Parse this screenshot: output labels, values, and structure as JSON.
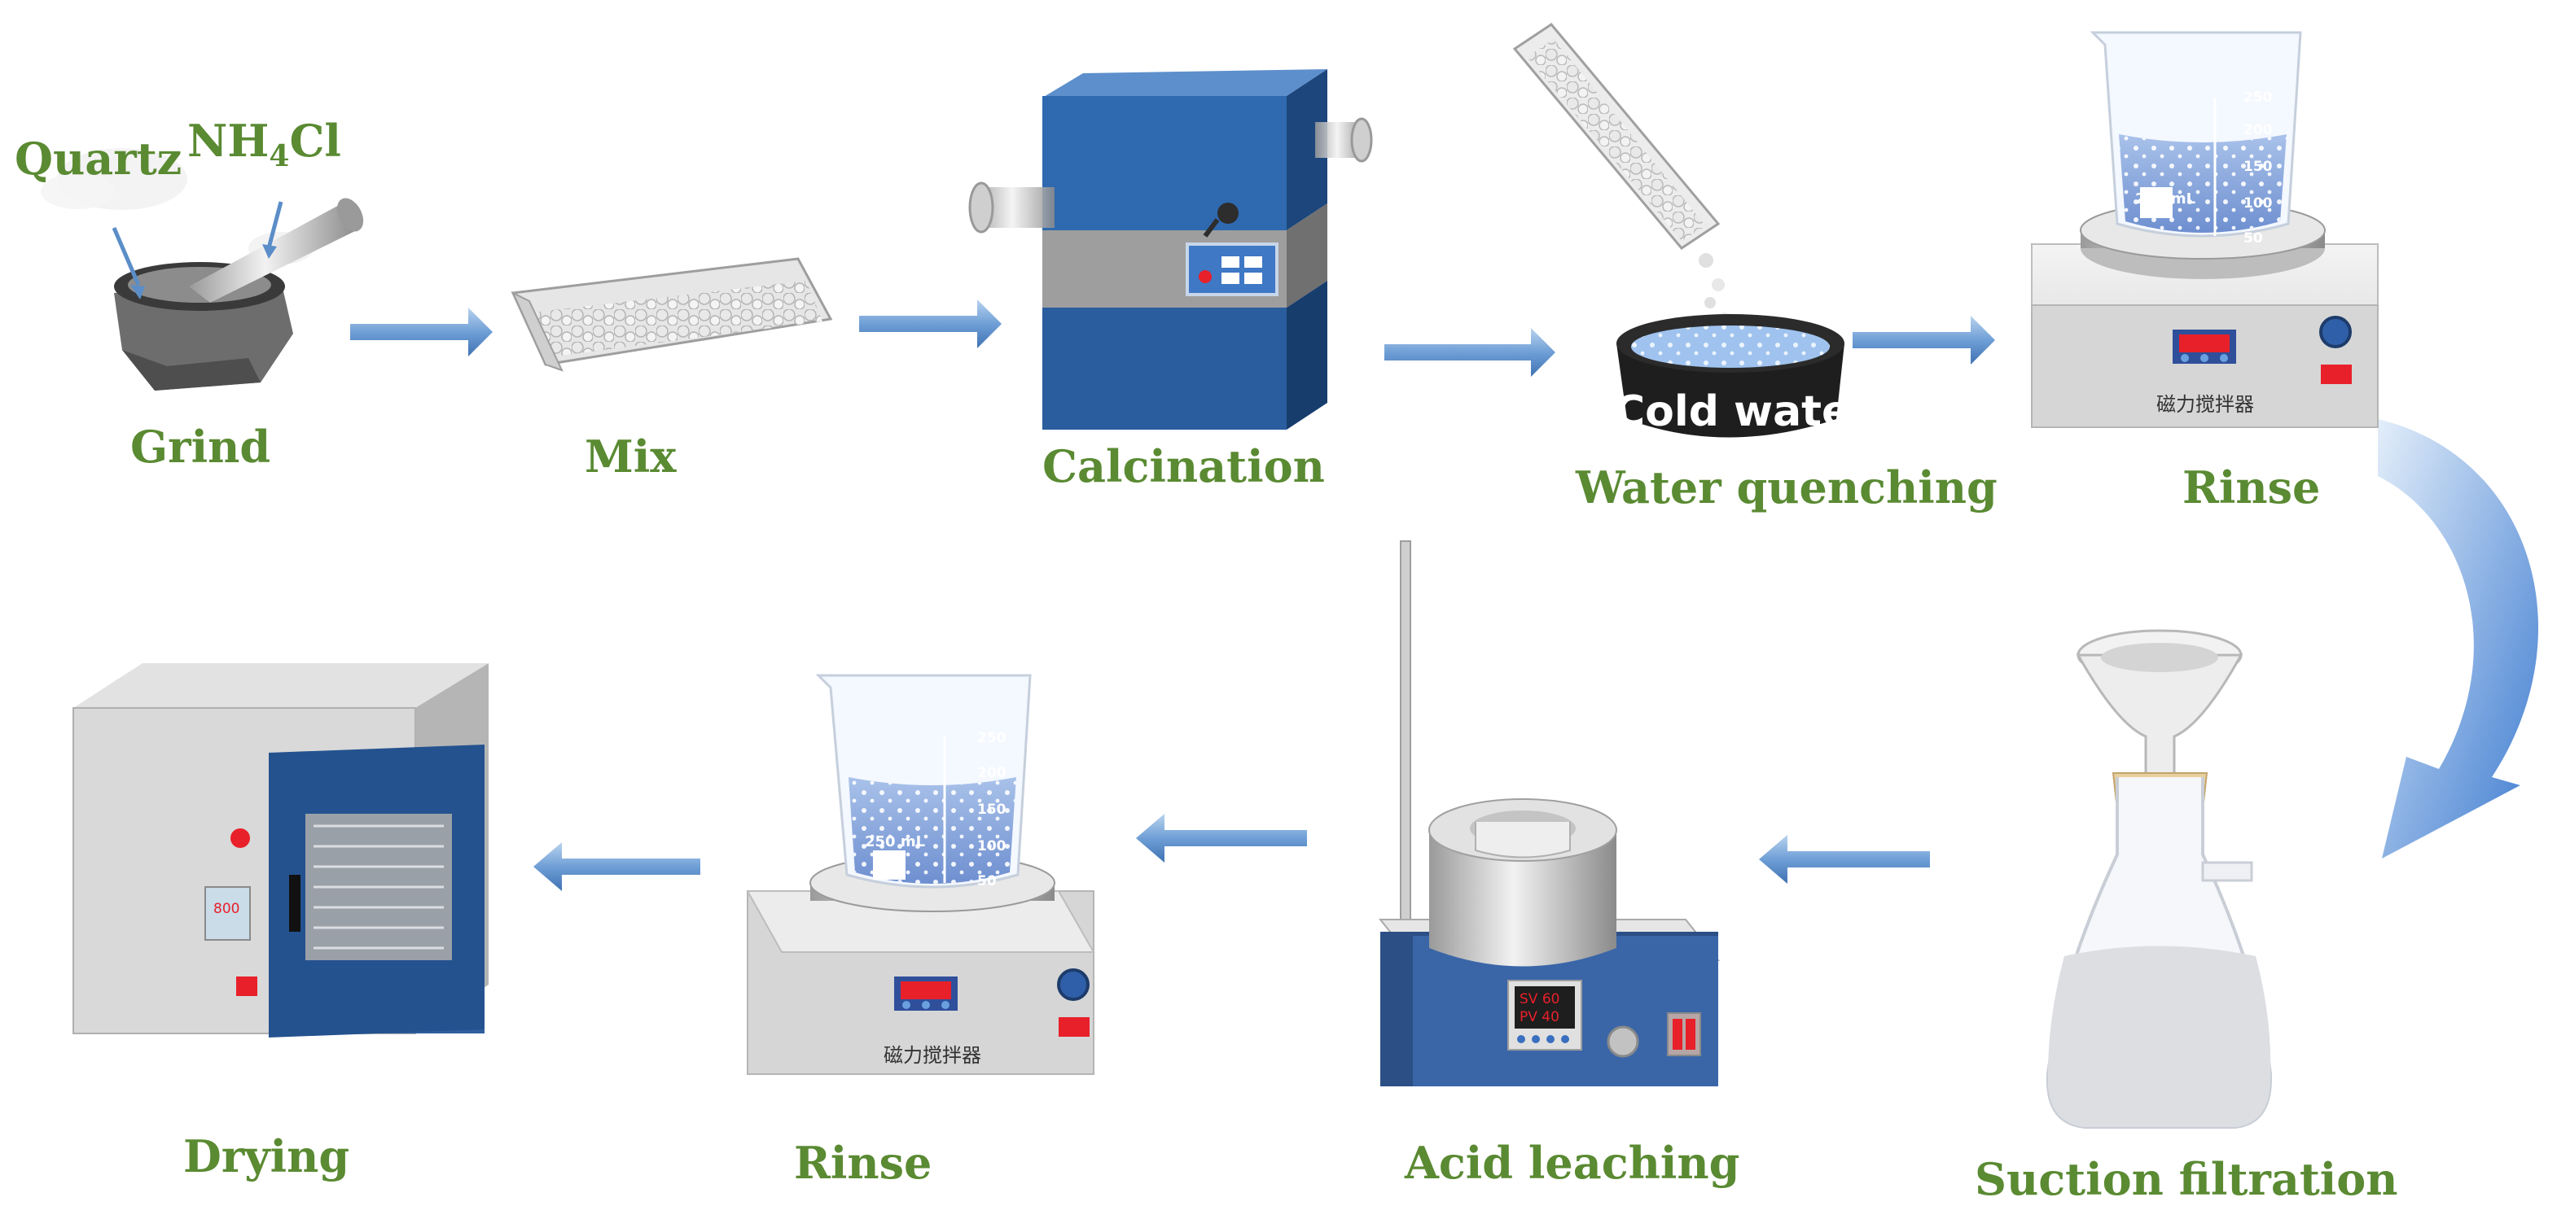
{
  "steps": {
    "grind": "Grind",
    "mix": "Mix",
    "calcination": "Calcination",
    "water_quenching": "Water quenching",
    "rinse_top": "Rinse",
    "suction_filtration": "Suction filtration",
    "acid_leaching": "Acid leaching",
    "rinse_bottom": "Rinse",
    "drying": "Drying"
  },
  "reagents": {
    "quartz": "Quartz",
    "nh4cl_base": "NH",
    "nh4cl_sub": "4",
    "nh4cl_tail": "Cl"
  },
  "quench_bath_label": "Cold water",
  "beaker": {
    "volume": "250 mL",
    "scale": [
      "250",
      "200",
      "150",
      "100",
      "50"
    ]
  },
  "stirrer_label": "磁力搅拌器",
  "heater_display": {
    "sv": "SV 60",
    "pv": "PV 40"
  },
  "oven_display": "800",
  "colors": {
    "label_green": "#5a8a32",
    "arrow_blue": "#5b8ec8",
    "device_blue": "#2f5f9e"
  },
  "icons": [
    "mortar-pestle-icon",
    "mixing-boat-icon",
    "tube-furnace-icon",
    "quench-bath-icon",
    "magnetic-stirrer-icon",
    "buchner-flask-icon",
    "heating-mantle-icon",
    "drying-oven-icon"
  ]
}
